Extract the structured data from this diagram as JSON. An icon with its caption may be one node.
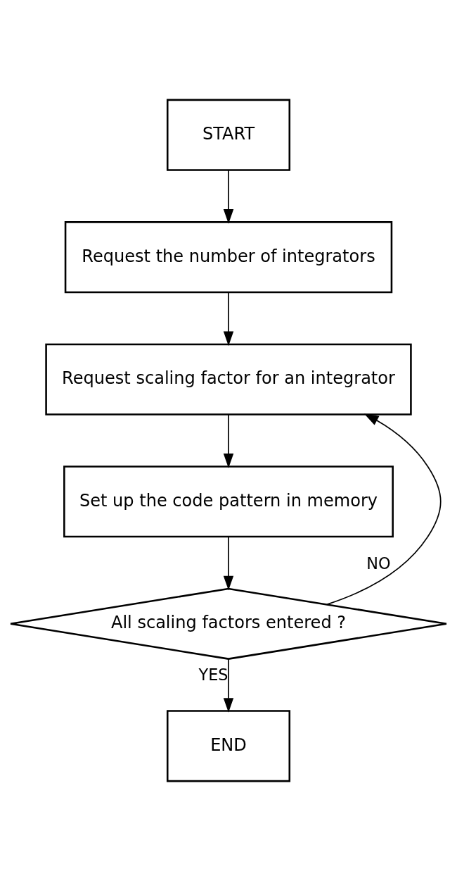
{
  "diagram": {
    "nodes": [
      {
        "text": [
          "START"
        ]
      },
      {
        "text": [
          "Request the number of integrators"
        ]
      },
      {
        "text": [
          "Request scaling factor for an integrator"
        ]
      },
      {
        "text": [
          "Set up the code pattern in memory"
        ]
      },
      {
        "text": [
          "All scaling factors entered ?"
        ]
      },
      {
        "text": [
          "END"
        ]
      }
    ],
    "edges": [
      {
        "from": 0,
        "to": 1,
        "arrow": "to"
      },
      {
        "from": 1,
        "to": 2,
        "arrow": "to"
      },
      {
        "from": 2,
        "to": 3,
        "arrow": "to"
      },
      {
        "from": 3,
        "to": 4,
        "arrow": "to"
      },
      {
        "from": 4,
        "to": 2,
        "arrow": "to",
        "label": "NO"
      },
      {
        "from": 4,
        "to": 5,
        "arrow": "to",
        "label": "YES"
      }
    ]
  }
}
